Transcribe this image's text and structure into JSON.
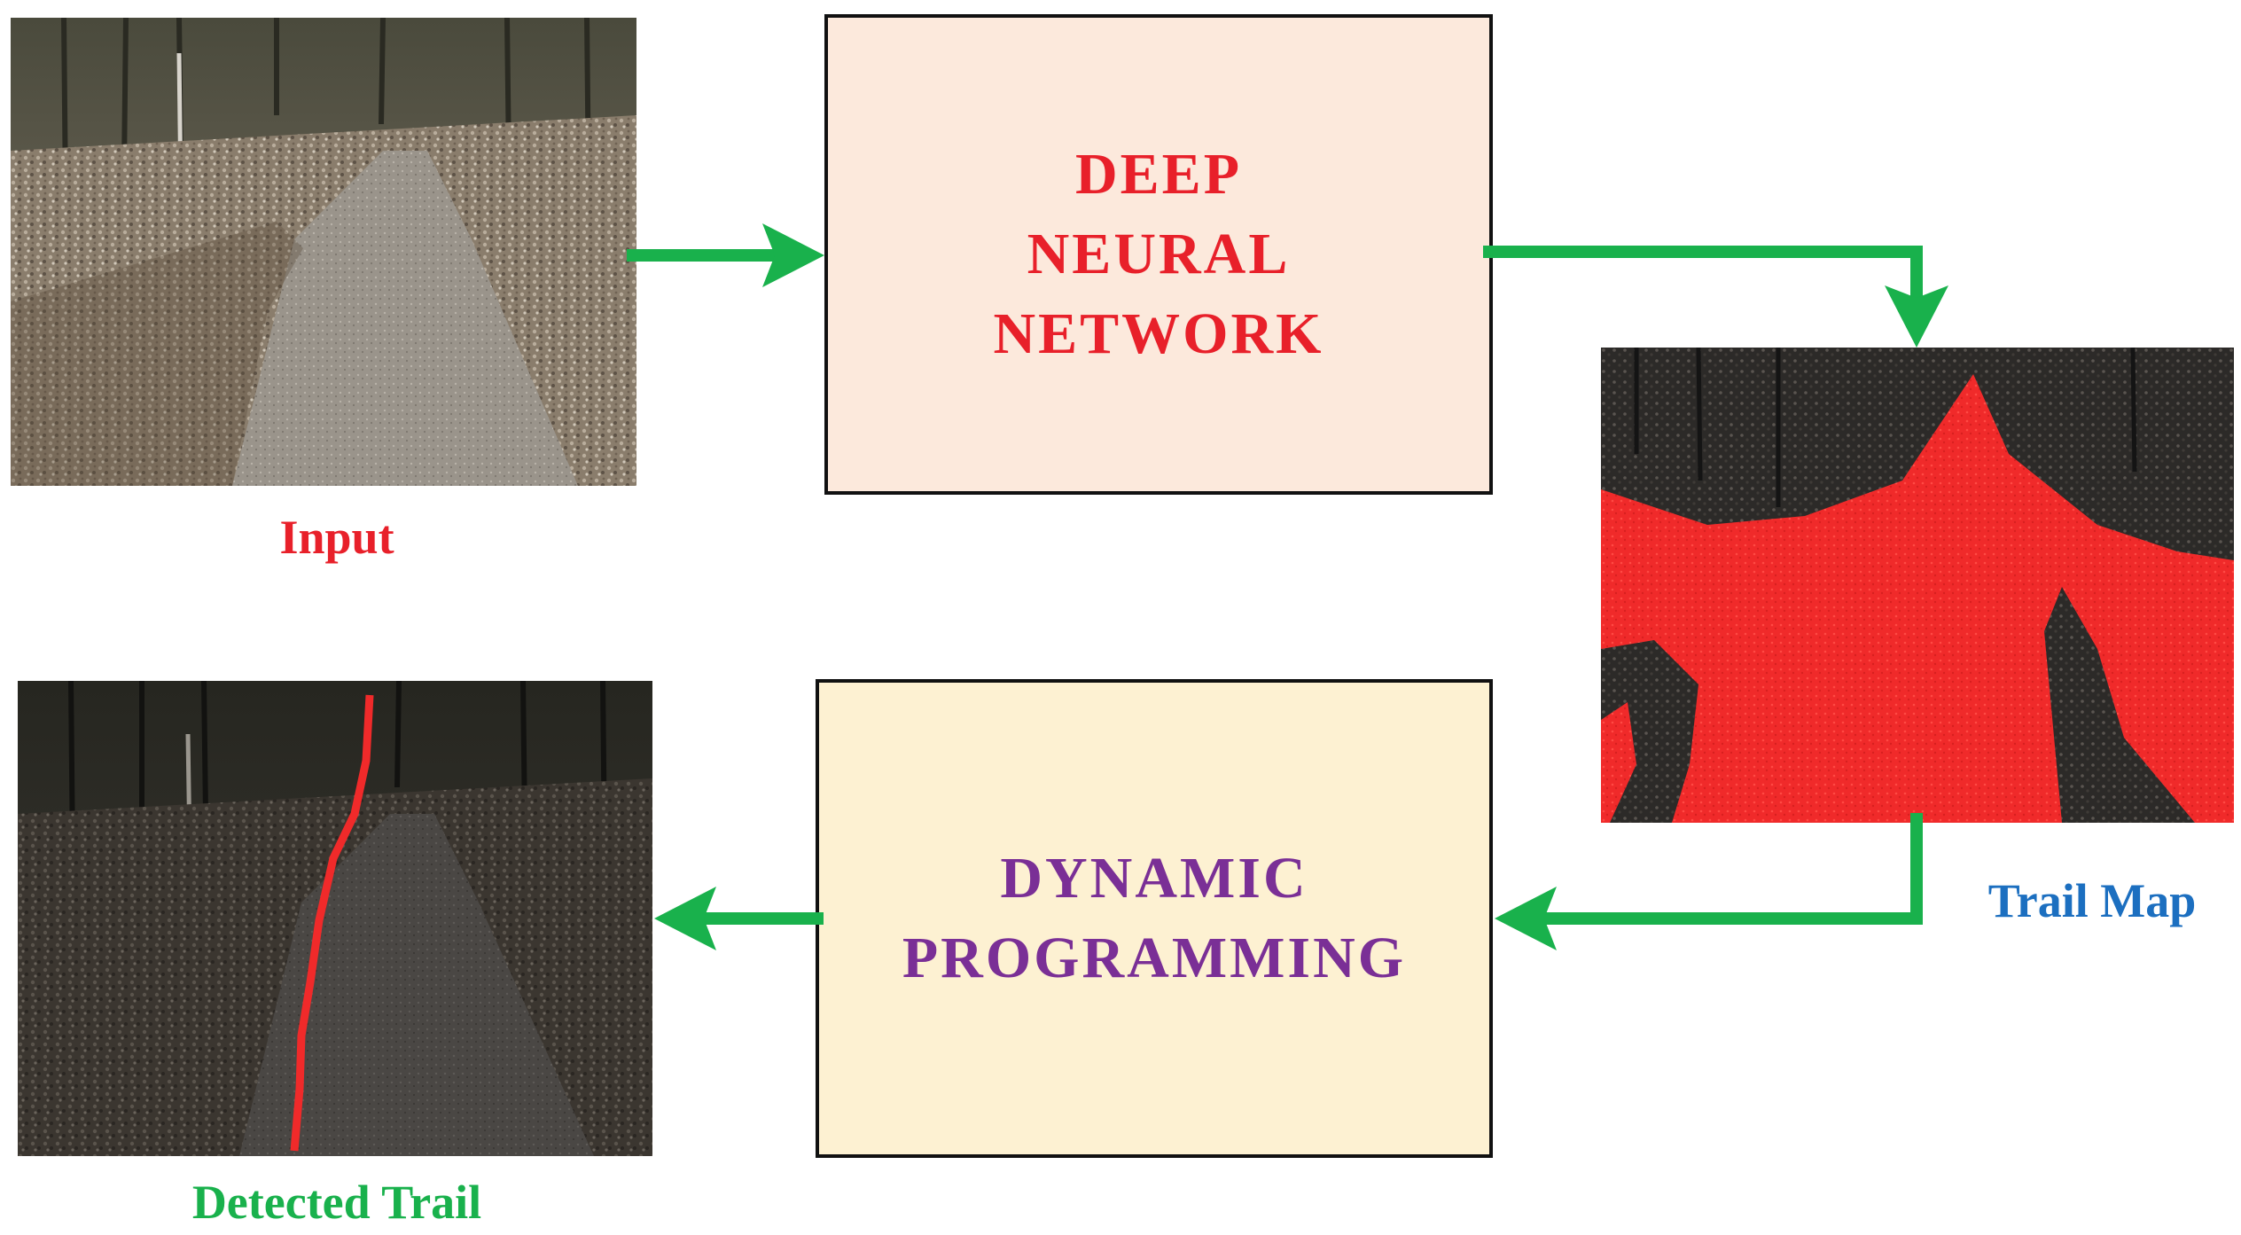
{
  "blocks": {
    "dnn": {
      "lines": [
        "DEEP",
        "NEURAL",
        "NETWORK"
      ]
    },
    "dp": {
      "lines": [
        "DYNAMIC",
        "PROGRAMMING"
      ]
    }
  },
  "captions": {
    "input": "Input",
    "trail_map": "Trail Map",
    "detected_trail": "Detected Trail"
  },
  "colors": {
    "arrow": "#19b14c",
    "dnn_fill": "#fce9dc",
    "dnn_text": "#e8202a",
    "dp_fill": "#fdf1d2",
    "dp_text": "#7a2f96",
    "caption_input": "#e8202a",
    "caption_trail_map": "#1c6fc0",
    "caption_detected": "#19b14c",
    "trail_red": "#f02a2a"
  }
}
